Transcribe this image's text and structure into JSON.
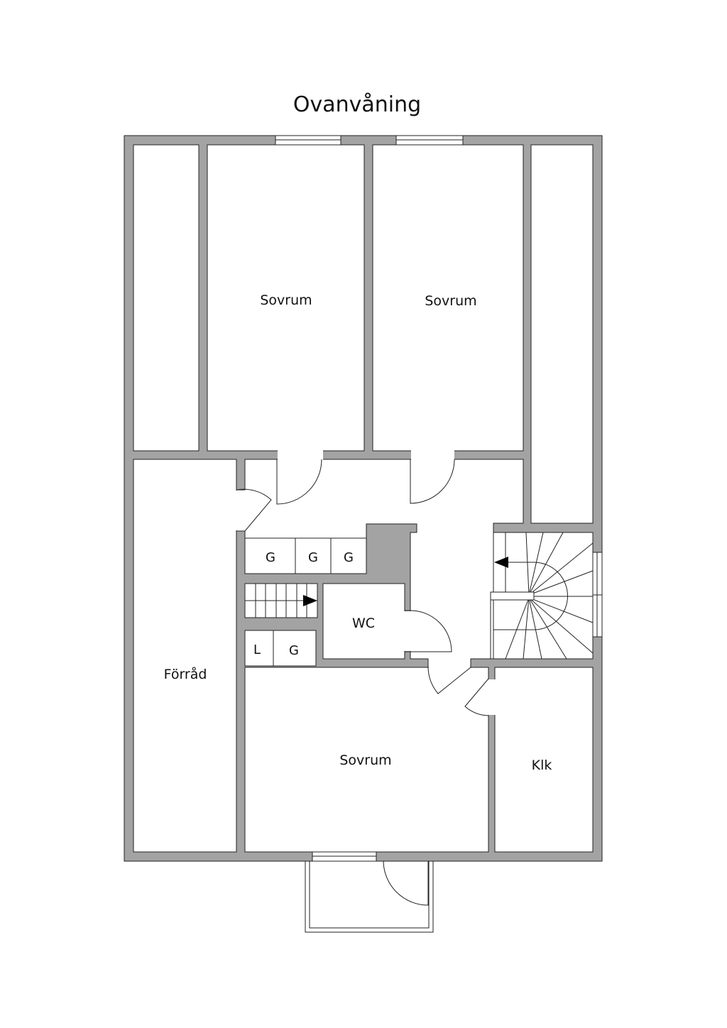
{
  "title": "Ovanvåning",
  "colors": {
    "wall": "#a3a3a3",
    "line": "#222222"
  },
  "rooms": {
    "bedroom_1": "Sovrum",
    "bedroom_2": "Sovrum",
    "bedroom_3": "Sovrum",
    "storage": "Förråd",
    "wc": "WC",
    "closet": "Klk"
  },
  "closets": {
    "g1": "G",
    "g2": "G",
    "g3": "G",
    "l": "L",
    "g4": "G"
  }
}
